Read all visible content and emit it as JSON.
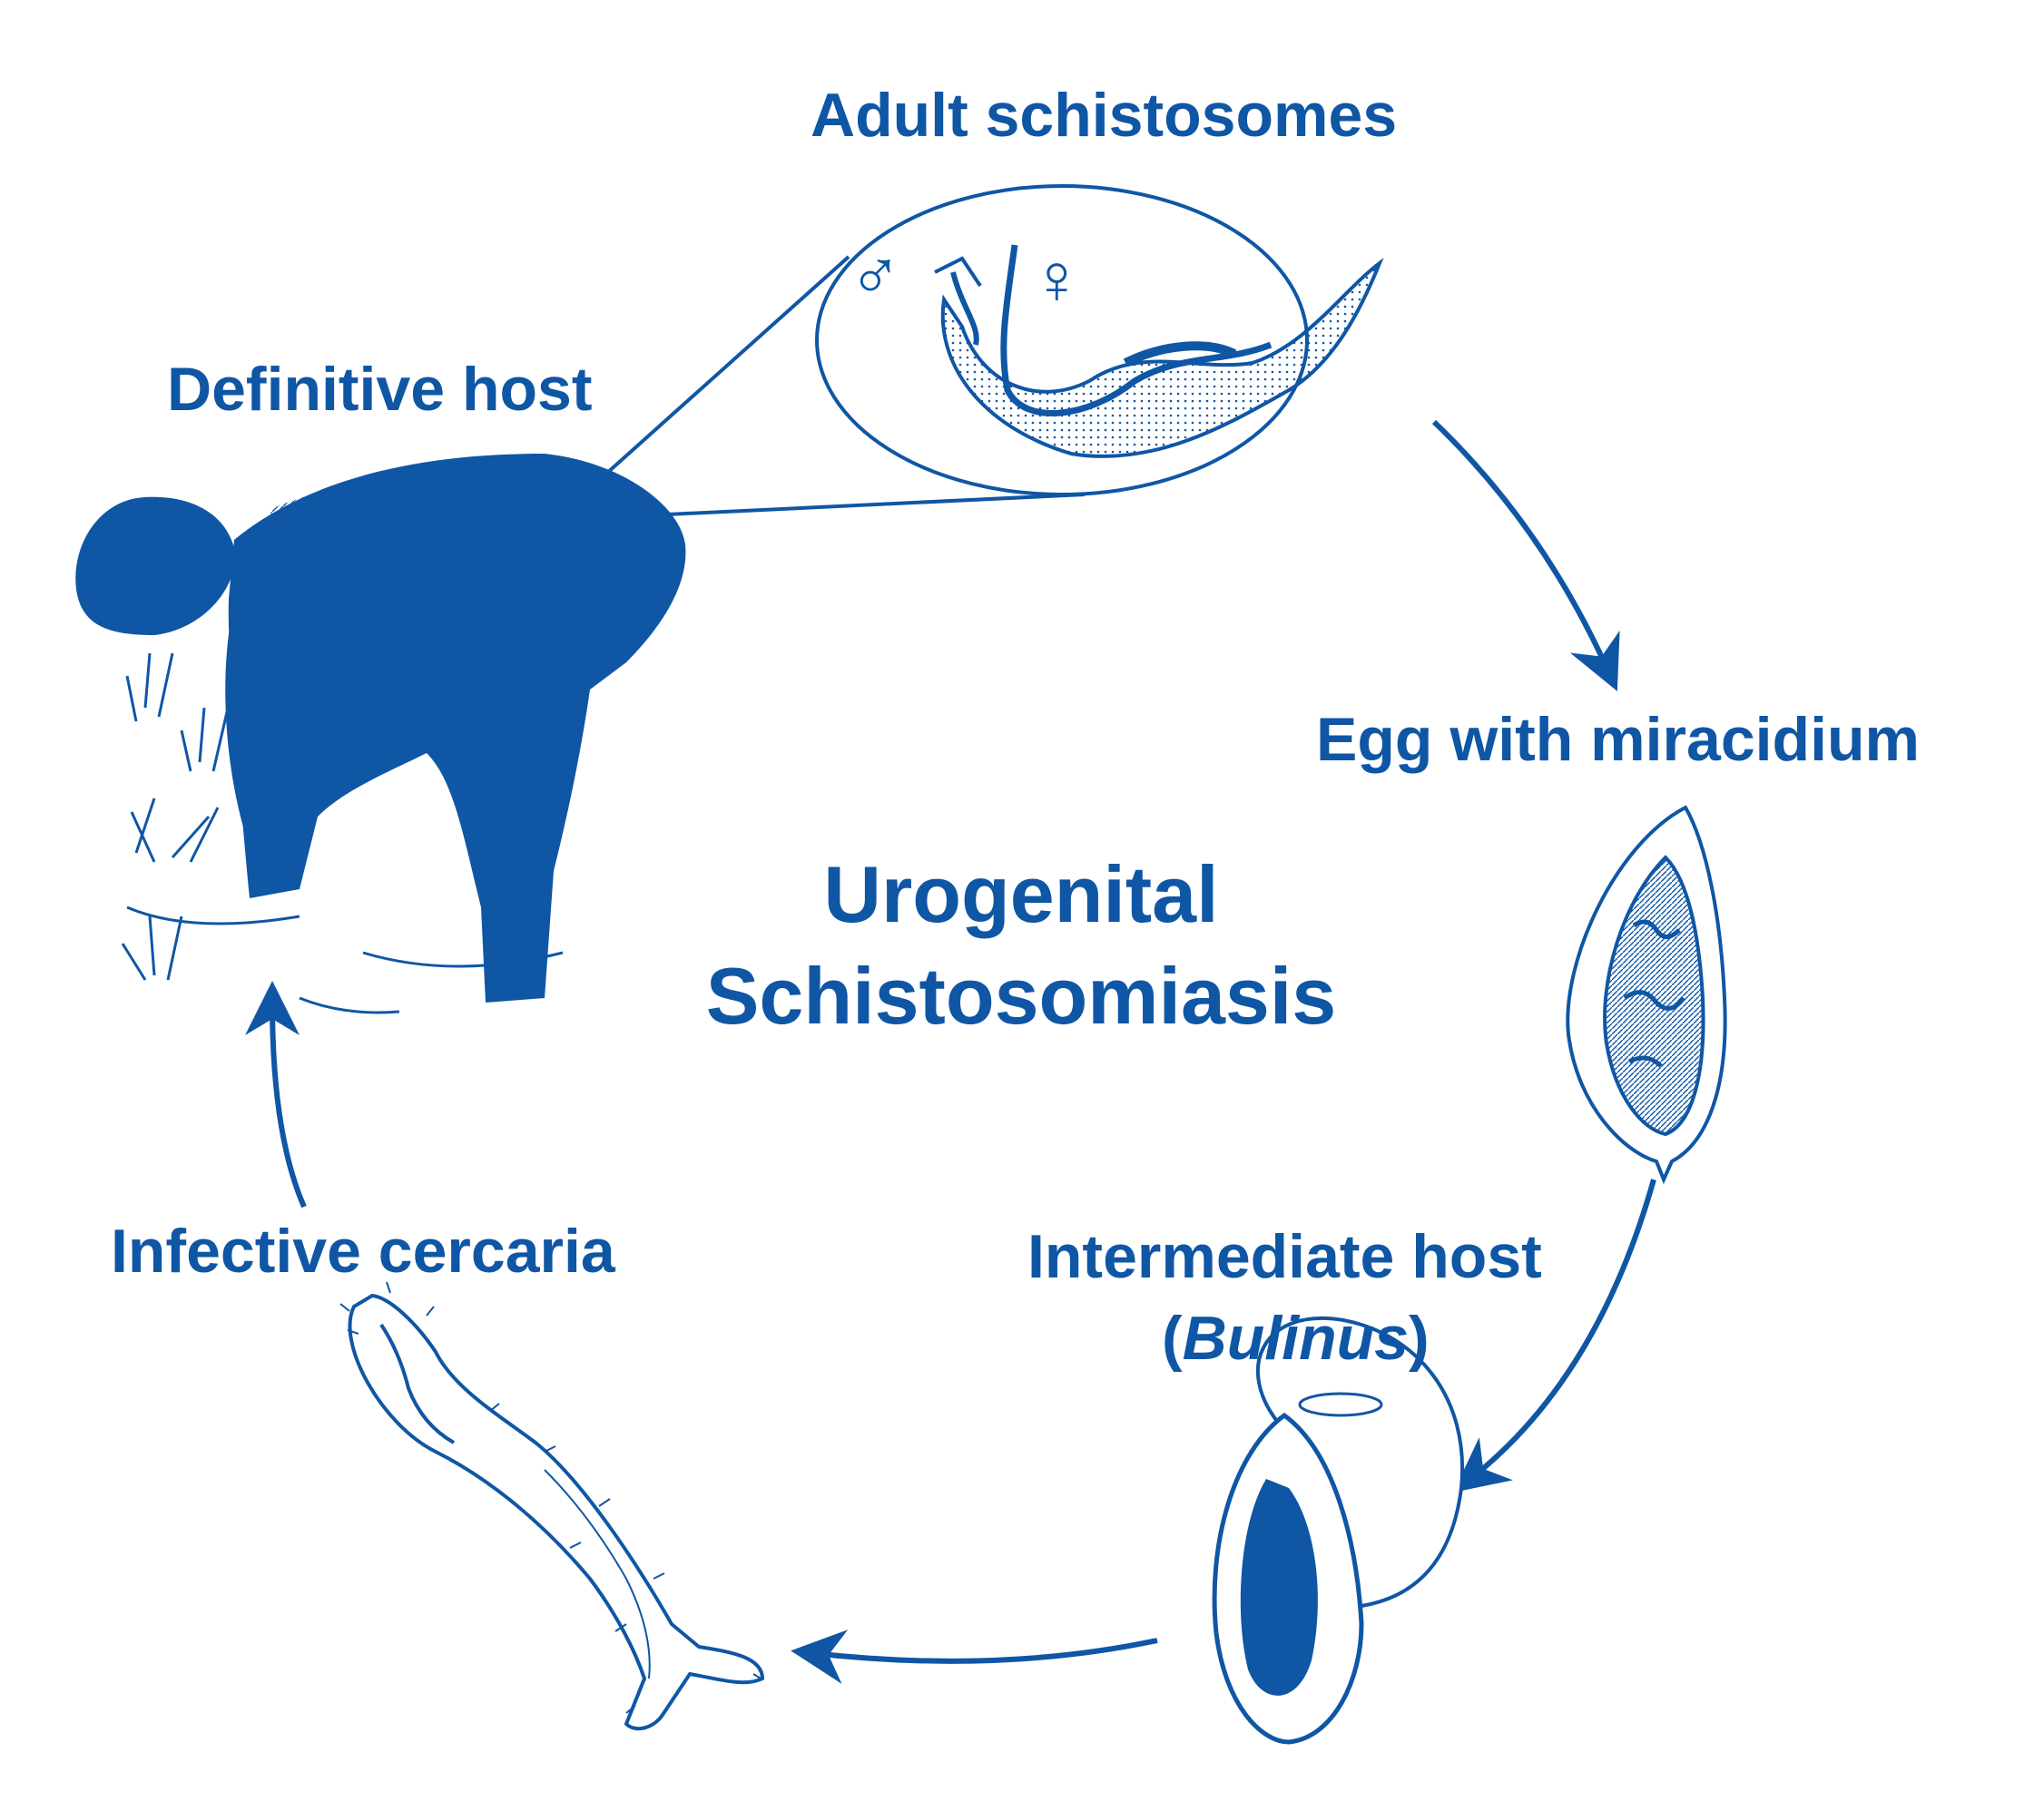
{
  "title": {
    "line1": "Urogenital",
    "line2": "Schistosomiasis"
  },
  "stages": {
    "adult": "Adult schistosomes",
    "definitive_host": "Definitive host",
    "egg": "Egg with miracidium",
    "intermediate_host": "Intermediate host",
    "intermediate_host_open": "(",
    "intermediate_host_genus": "Bulinus",
    "intermediate_host_close": ")",
    "cercaria": "Infective cercaria"
  },
  "symbols": {
    "male": "♂",
    "female": "♀"
  },
  "colors": {
    "primary": "#0f56a5",
    "background": "#ffffff"
  },
  "icons": [
    "human-wading-illustration",
    "worm-pair-illustration",
    "egg-illustration",
    "snail-illustration",
    "cercaria-illustration",
    "cycle-arrow"
  ]
}
